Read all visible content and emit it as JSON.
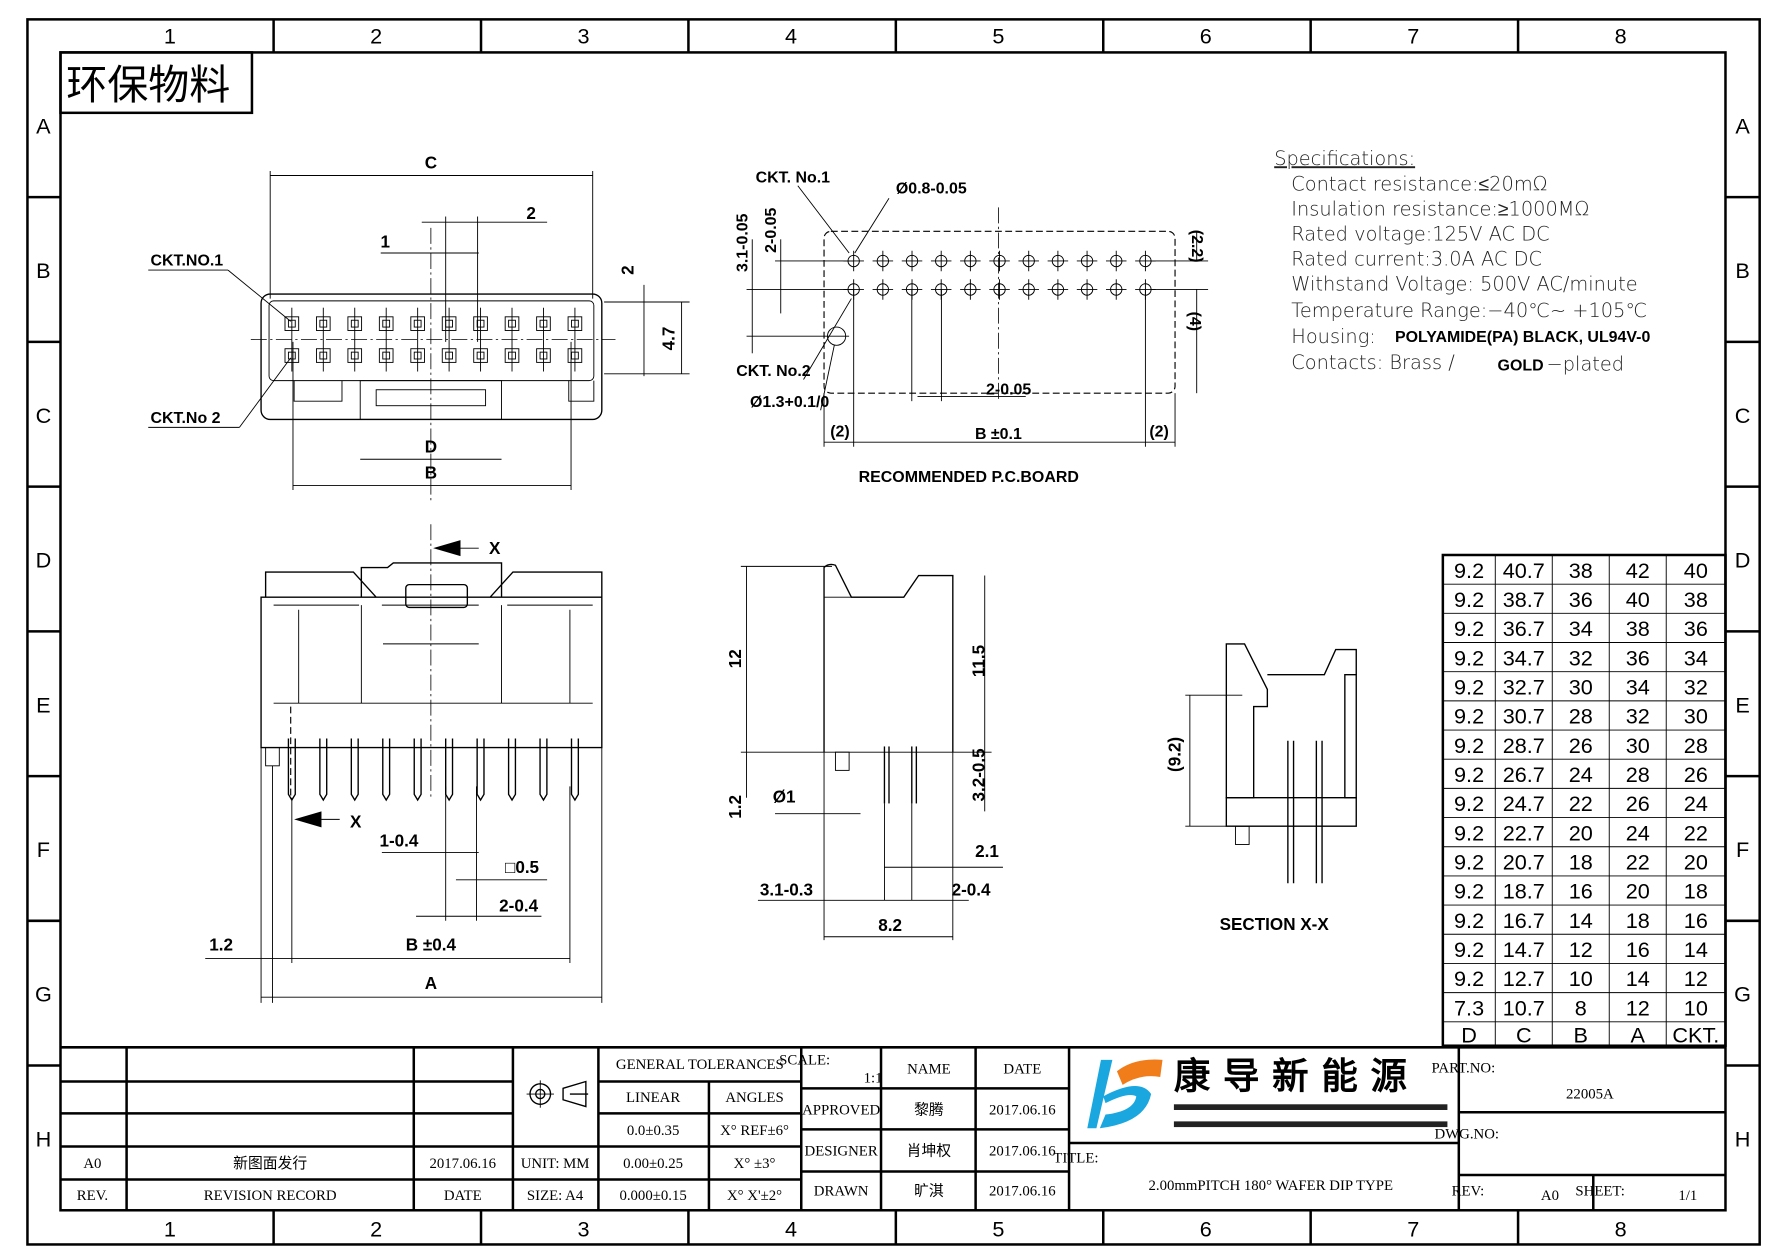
{
  "sheet": {
    "stamp": "环保物料",
    "columns": [
      "1",
      "2",
      "3",
      "4",
      "5",
      "6",
      "7",
      "8"
    ],
    "rows": [
      "A",
      "B",
      "C",
      "D",
      "E",
      "F",
      "G",
      "H"
    ]
  },
  "specifications": {
    "title": "Specifications:",
    "lines": [
      "Contact  resistance:≤20mΩ",
      "Insulation  resistance:≥1000MΩ",
      "Rated  voltage:125V  AC  DC",
      "Rated  current:3.0A  AC  DC",
      "Withstand  Voltage: 500V  AC/minute",
      "Temperature  Range:−40℃~  +105℃"
    ],
    "housing_label": "Housing:",
    "housing_value": "POLYAMIDE(PA) BLACK, UL94V-0",
    "contacts_label": "Contacts: Brass  /",
    "contacts_bold": "GOLD",
    "contacts_suffix": "−plated"
  },
  "dimension_table": {
    "headers": [
      "D",
      "C",
      "B",
      "A",
      "CKT."
    ],
    "rows": [
      [
        "9.2",
        "40.7",
        "38",
        "42",
        "40"
      ],
      [
        "9.2",
        "38.7",
        "36",
        "40",
        "38"
      ],
      [
        "9.2",
        "36.7",
        "34",
        "38",
        "36"
      ],
      [
        "9.2",
        "34.7",
        "32",
        "36",
        "34"
      ],
      [
        "9.2",
        "32.7",
        "30",
        "34",
        "32"
      ],
      [
        "9.2",
        "30.7",
        "28",
        "32",
        "30"
      ],
      [
        "9.2",
        "28.7",
        "26",
        "30",
        "28"
      ],
      [
        "9.2",
        "26.7",
        "24",
        "28",
        "26"
      ],
      [
        "9.2",
        "24.7",
        "22",
        "26",
        "24"
      ],
      [
        "9.2",
        "22.7",
        "20",
        "24",
        "22"
      ],
      [
        "9.2",
        "20.7",
        "18",
        "22",
        "20"
      ],
      [
        "9.2",
        "18.7",
        "16",
        "20",
        "18"
      ],
      [
        "9.2",
        "16.7",
        "14",
        "18",
        "16"
      ],
      [
        "9.2",
        "14.7",
        "12",
        "16",
        "14"
      ],
      [
        "9.2",
        "12.7",
        "10",
        "14",
        "12"
      ],
      [
        "7.3",
        "10.7",
        "8",
        "12",
        "10"
      ]
    ]
  },
  "views": {
    "top": {
      "c": "C",
      "b": "B",
      "d": "D",
      "one": "1",
      "two": "2",
      "two_v": "2",
      "h47": "4.7",
      "ckt1": "CKT.NO.1",
      "ckt2": "CKT.No  2"
    },
    "pcb": {
      "ckt1": "CKT. No.1",
      "hole": "Ø0.8-0.05",
      "v31": "3.1-0.05",
      "v2": "2-0.05",
      "v22": "(2.2)",
      "v4": "(4)",
      "ckt2": "CKT. No.2",
      "peg": "Ø1.3+0.1/0",
      "pitch": "2-0.05",
      "left2": "(2)",
      "b01": "B ±0.1",
      "right2": "(2)",
      "caption": "RECOMMENDED P.C.BOARD"
    },
    "front": {
      "x1": "X",
      "x2": "X",
      "d1": "1-0.4",
      "sq": "□0.5",
      "d2": "2-0.4",
      "d12": "1.2",
      "b04": "B ±0.4",
      "a": "A"
    },
    "side": {
      "h12": "12",
      "h115": "11.5",
      "h12b": "1.2",
      "h32": "3.2-0.5",
      "phi1": "Ø1",
      "d21": "2.1",
      "d31": "3.1-0.3",
      "d2": "2-0.4",
      "d82": "8.2"
    },
    "section": {
      "h92": "(9.2)",
      "caption": "SECTION X-X"
    }
  },
  "title_block": {
    "revision": {
      "rev": "A0",
      "record": "新图面发行",
      "date": "2017.06.16",
      "rev_h": "REV.",
      "record_h": "REVISION RECORD",
      "date_h": "DATE"
    },
    "unit": "UNIT: MM",
    "size": "SIZE: A4",
    "tolerances": {
      "header": "GENERAL TOLERANCES",
      "linear_h": "LINEAR",
      "angles_h": "ANGLES",
      "linear": [
        "0.0±0.35",
        "0.00±0.25",
        "0.000±0.15"
      ],
      "angles": [
        "X° REF±6°",
        "X° ±3°",
        "X° X'±2°"
      ]
    },
    "scale_label": "SCALE:",
    "scale_value": "1:1",
    "name_h": "NAME",
    "date_h": "DATE",
    "approved": {
      "role": "APPROVED",
      "name": "黎腾",
      "date": "2017.06.16"
    },
    "designer": {
      "role": "DESIGNER",
      "name": "肖坤权",
      "date": "2017.06.16"
    },
    "drawn": {
      "role": "DRAWN",
      "name": "旷淇",
      "date": "2017.06.16"
    },
    "company": "康 导 新 能 源",
    "title_label": "TITLE:",
    "title": "2.00mmPITCH 180° WAFER DIP TYPE",
    "part_label": "PART.NO:",
    "part_no": "22005A",
    "dwg_label": "DWG.NO:",
    "rev_label": "REV:",
    "rev_value": "A0",
    "sheet_label": "SHEET:",
    "sheet_value": "1/1",
    "colors": {
      "logo_blue": "#1aa7e0",
      "logo_orange": "#f07d1a"
    }
  }
}
